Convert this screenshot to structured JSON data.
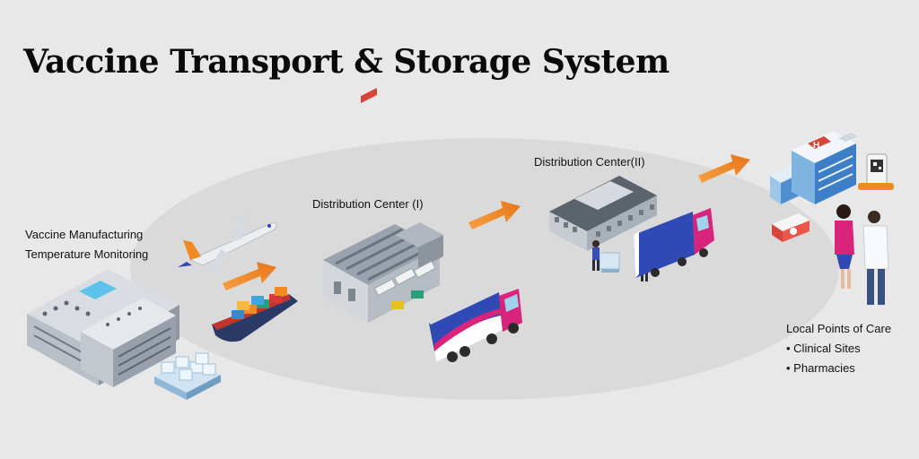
{
  "title": "Vaccine Transport & Storage System",
  "manufacturing": {
    "line1": "Vaccine Manufacturing",
    "line2": "Temperature Monitoring"
  },
  "distribution_center_1": "Distribution Center (I)",
  "distribution_center_2": "Distribution Center(II)",
  "care": {
    "heading": "Local Points of Care",
    "items": [
      "• Clinical Sites",
      "• Pharmacies"
    ]
  },
  "colors": {
    "background": "#e8e8e8",
    "ellipse": "#dadada",
    "arrow": "#f08a24",
    "truck_blue": "#2f49b5",
    "truck_magenta": "#d8247a"
  }
}
